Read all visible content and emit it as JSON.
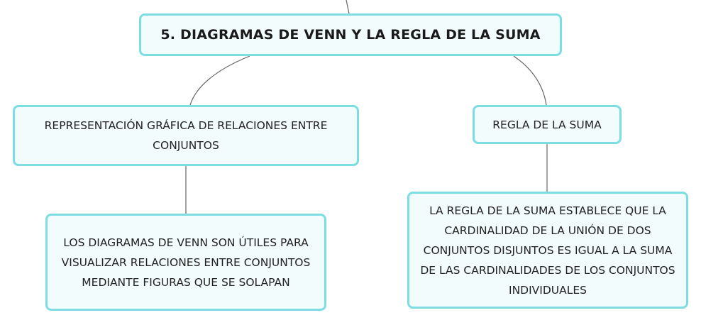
{
  "diagram": {
    "root": {
      "label": "5. DIAGRAMAS DE VENN Y LA REGLA DE LA SUMA"
    },
    "left_branch": {
      "label": "REPRESENTACIÓN GRÁFICA DE RELACIONES ENTRE CONJUNTOS",
      "child": {
        "label": "LOS DIAGRAMAS DE VENN SON ÚTILES PARA VISUALIZAR RELACIONES ENTRE CONJUNTOS MEDIANTE FIGURAS QUE SE SOLAPAN"
      }
    },
    "right_branch": {
      "label": "REGLA DE LA SUMA",
      "child": {
        "label": "LA REGLA DE LA SUMA ESTABLECE QUE LA CARDINALIDAD DE LA UNIÓN DE DOS CONJUNTOS DISJUNTOS ES IGUAL A LA SUMA DE LAS CARDINALIDADES DE LOS CONJUNTOS INDIVIDUALES"
      }
    },
    "colors": {
      "node_border": "#7ddde3",
      "node_fill": "#f2fcfd",
      "connector": "#666666"
    }
  }
}
